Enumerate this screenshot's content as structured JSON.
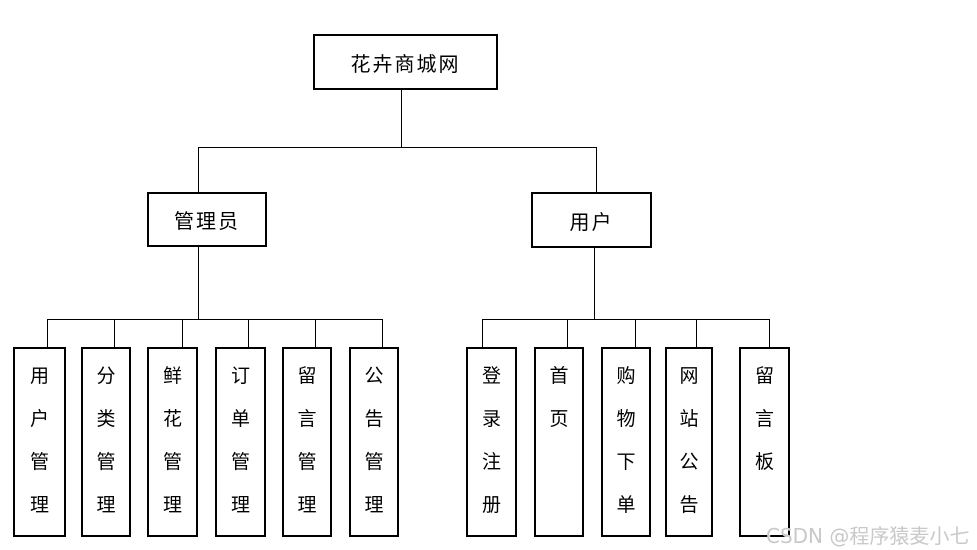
{
  "diagram": {
    "root": "花卉商城网",
    "branches": [
      {
        "label": "管理员",
        "children": [
          "用户管理",
          "分类管理",
          "鲜花管理",
          "订单管理",
          "留言管理",
          "公告管理"
        ]
      },
      {
        "label": "用户",
        "children": [
          "登录注册",
          "首页",
          "购物下单",
          "网站公告",
          "留言板"
        ]
      }
    ],
    "colors": {
      "line": "#000000",
      "box_border": "#000000",
      "box_background": "#ffffff",
      "text": "#000000"
    }
  },
  "watermark": {
    "text": "CSDN @程序猿麦小七",
    "color": "#c9c9c9"
  }
}
